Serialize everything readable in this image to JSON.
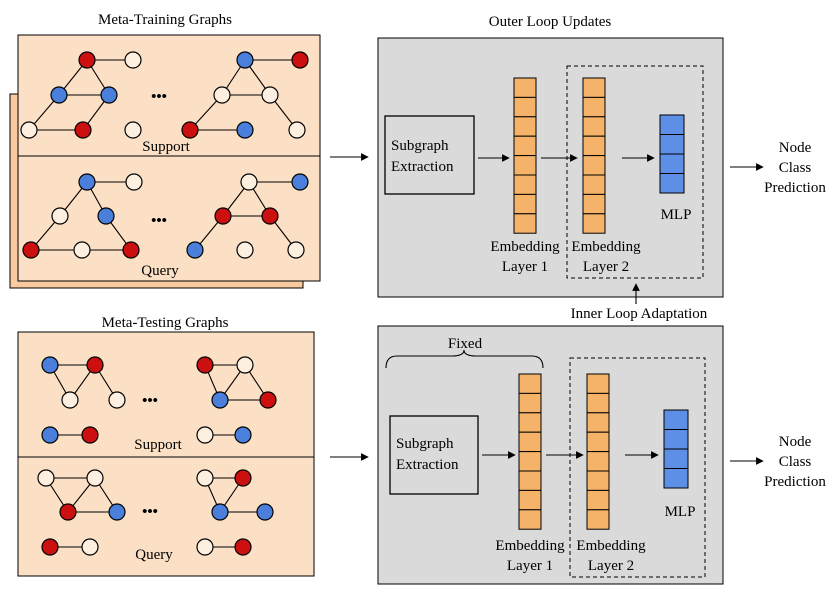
{
  "colors": {
    "red": "#cc1010",
    "blue": "#4a7fdc",
    "empty": "#fdf0e0",
    "panel": "#fbe0c6",
    "panel_back": "#f9caa0",
    "gray": "#dadada",
    "orange": "#f5b36a",
    "mlp_blue": "#5e8fe6"
  },
  "training": {
    "title": "Meta-Training Graphs",
    "support_label": "Support",
    "query_label": "Query",
    "dots": "•••"
  },
  "testing": {
    "title": "Meta-Testing Graphs",
    "support_label": "Support",
    "query_label": "Query",
    "dots": "•••"
  },
  "outer": {
    "title": "Outer Loop Updates",
    "subgraph_line1": "Subgraph",
    "subgraph_line2": "Extraction",
    "embed1_line1": "Embedding",
    "embed1_line2": "Layer 1",
    "embed2_line1": "Embedding",
    "embed2_line2": "Layer 2",
    "mlp": "MLP"
  },
  "inner": {
    "fixed": "Fixed",
    "subgraph_line1": "Subgraph",
    "subgraph_line2": "Extraction",
    "embed1_line1": "Embedding",
    "embed1_line2": "Layer 1",
    "embed2_line1": "Embedding",
    "embed2_line2": "Layer 2",
    "mlp": "MLP"
  },
  "adaptation": "Inner Loop Adaptation",
  "prediction_top": {
    "line1": "Node",
    "line2": "Class",
    "line3": "Prediction"
  },
  "prediction_bottom": {
    "line1": "Node",
    "line2": "Class",
    "line3": "Prediction"
  }
}
